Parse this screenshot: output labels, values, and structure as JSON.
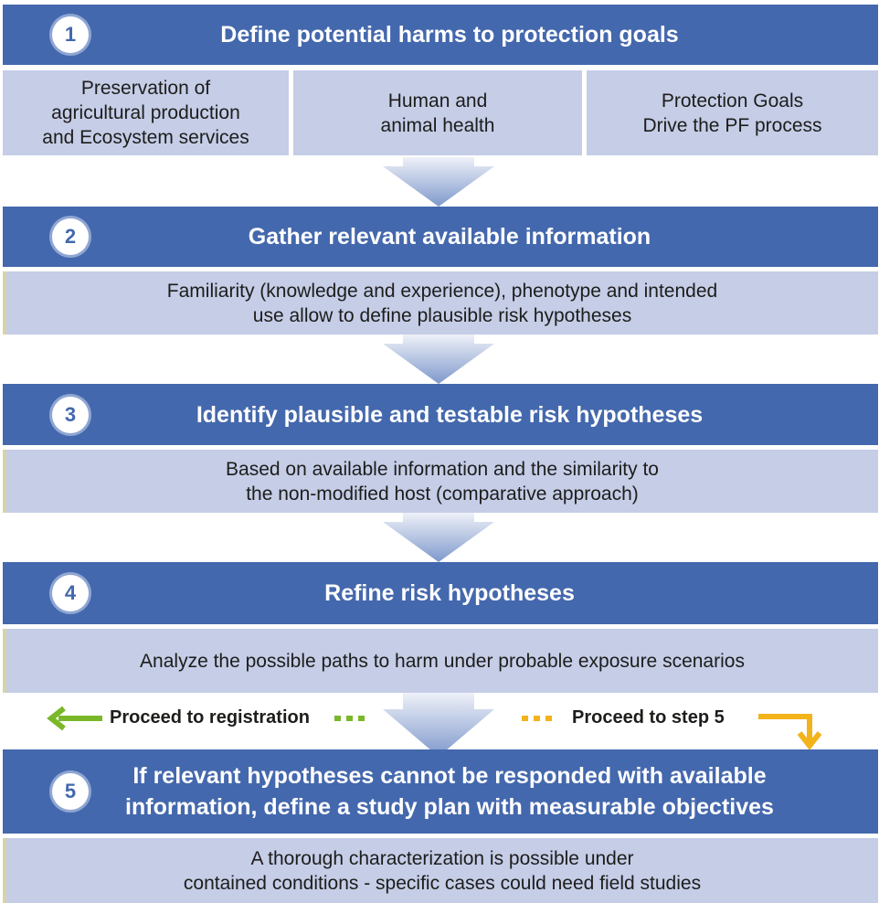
{
  "steps": [
    {
      "number": "1",
      "title": "Define potential harms to protection goals",
      "columns": [
        "Preservation of\nagricultural production\nand Ecosystem services",
        "Human and\nanimal health",
        "Protection Goals\nDrive the PF process"
      ]
    },
    {
      "number": "2",
      "title": "Gather relevant available information",
      "detail": "Familiarity (knowledge and experience), phenotype and intended\nuse allow to define plausible risk hypotheses"
    },
    {
      "number": "3",
      "title": "Identify plausible and testable risk hypotheses",
      "detail": "Based on available information and the similarity to\nthe non-modified host (comparative approach)"
    },
    {
      "number": "4",
      "title": "Refine risk hypotheses",
      "detail": "Analyze the possible paths to harm under probable exposure scenarios"
    },
    {
      "number": "5",
      "title": "If relevant hypotheses cannot be responded with available\ninformation, define a study plan with measurable objectives",
      "detail": "A thorough characterization is possible under\ncontained conditions - specific cases could need field studies"
    }
  ],
  "branches": {
    "left": "Proceed to registration",
    "right": "Proceed to step 5"
  },
  "colors": {
    "header": "#4468ad",
    "panel": "#c5cde7",
    "arrow_top": "#eef1f8",
    "arrow_bottom": "#7f99cc",
    "green": "#7ab829",
    "orange": "#f3b31b"
  }
}
